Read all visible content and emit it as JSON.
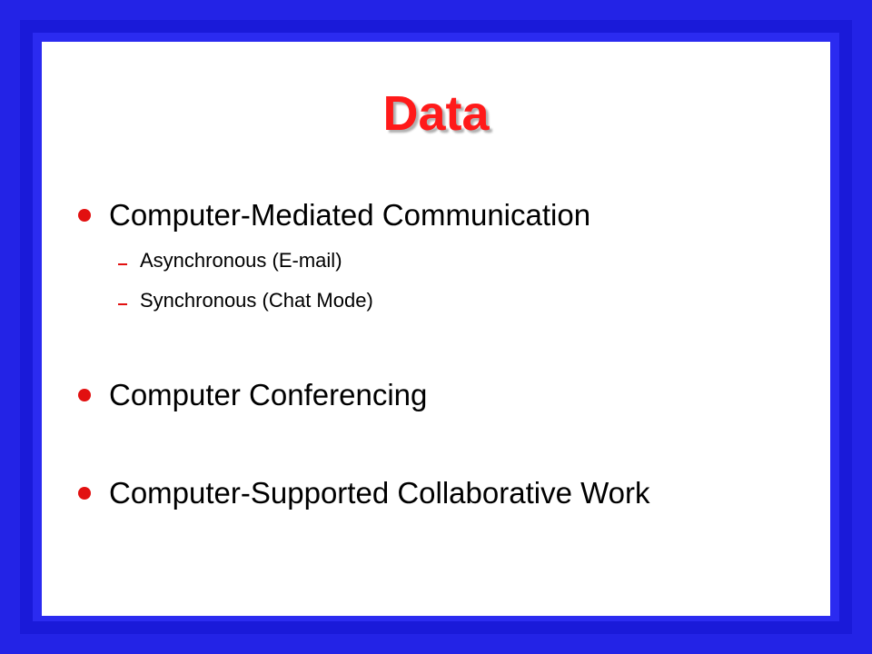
{
  "slide": {
    "title": "Data",
    "bullets": [
      {
        "text": "Computer-Mediated Communication",
        "subitems": [
          "Asynchronous (E-mail)",
          "Synchronous (Chat Mode)"
        ]
      },
      {
        "text": "Computer Conferencing"
      },
      {
        "text": "Computer-Supported Collaborative Work"
      }
    ]
  },
  "colors": {
    "frame": "#2323e6",
    "title": "#ff1a1a",
    "bullet": "#e21010",
    "background": "#ffffff"
  }
}
